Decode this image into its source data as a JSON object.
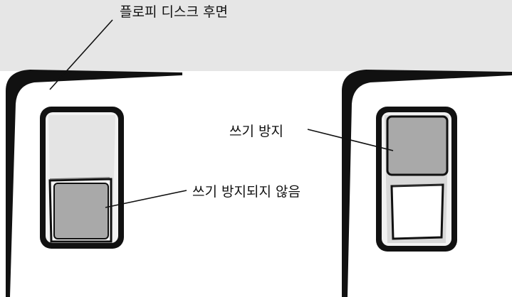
{
  "labels": {
    "floppy_back": "플로피 디스크 후면",
    "write_protected": "쓰기 방지",
    "write_unprotected": "쓰기 방지되지 않음"
  },
  "colors": {
    "background_band": "#e6e6e6",
    "outline": "#111111",
    "shutter": "#a9a9a9",
    "slot_fill": "#f2f2f2",
    "highlight": "#dcdcdc"
  }
}
